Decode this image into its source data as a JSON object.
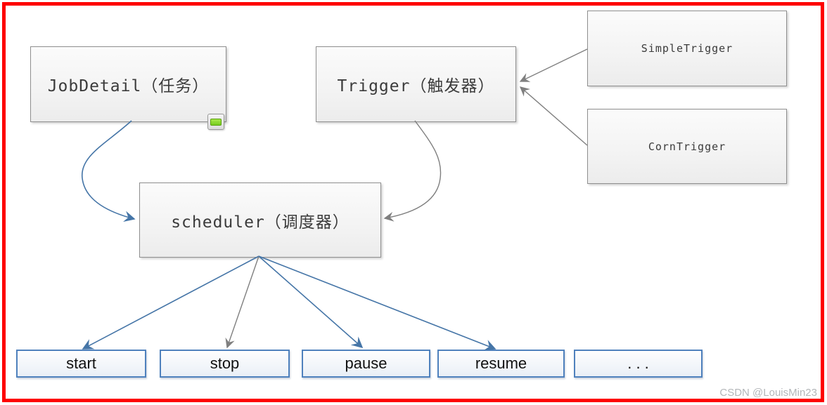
{
  "diagram": {
    "title_context": "Quartz scheduler concept diagram",
    "nodes": {
      "job_detail": {
        "label": "JobDetail（任务）"
      },
      "trigger": {
        "label": "Trigger（触发器）"
      },
      "simple_trigger": {
        "label": "SimpleTrigger"
      },
      "corn_trigger": {
        "label": "CornTrigger"
      },
      "scheduler": {
        "label": "scheduler（调度器）"
      }
    },
    "actions": [
      {
        "label": "start"
      },
      {
        "label": "stop"
      },
      {
        "label": "pause"
      },
      {
        "label": "resume"
      },
      {
        "label": ". . ."
      }
    ],
    "edges": [
      {
        "from": "job_detail",
        "to": "scheduler",
        "color": "blue",
        "style": "curved-arrow"
      },
      {
        "from": "trigger",
        "to": "scheduler",
        "color": "gray",
        "style": "curved-arrow"
      },
      {
        "from": "simple_trigger",
        "to": "trigger",
        "color": "gray",
        "style": "straight-arrow"
      },
      {
        "from": "corn_trigger",
        "to": "trigger",
        "color": "gray",
        "style": "straight-arrow"
      },
      {
        "from": "scheduler",
        "to": "start",
        "color": "blue",
        "style": "straight-arrow"
      },
      {
        "from": "scheduler",
        "to": "stop",
        "color": "gray",
        "style": "straight-arrow"
      },
      {
        "from": "scheduler",
        "to": "pause",
        "color": "blue",
        "style": "straight-arrow"
      },
      {
        "from": "scheduler",
        "to": "resume",
        "color": "blue",
        "style": "straight-arrow"
      }
    ]
  },
  "watermark": "CSDN @LouisMin23",
  "colors": {
    "frame": "#fe0000",
    "blue_arrow": "#4575a7",
    "gray_arrow": "#7f7f7f",
    "action_border": "#4f81bd",
    "node_fill": "#f3f3f3",
    "node_border": "#8f8f8f",
    "badge_green": "#76cc1e",
    "watermark_gray": "#b3b6b9"
  }
}
